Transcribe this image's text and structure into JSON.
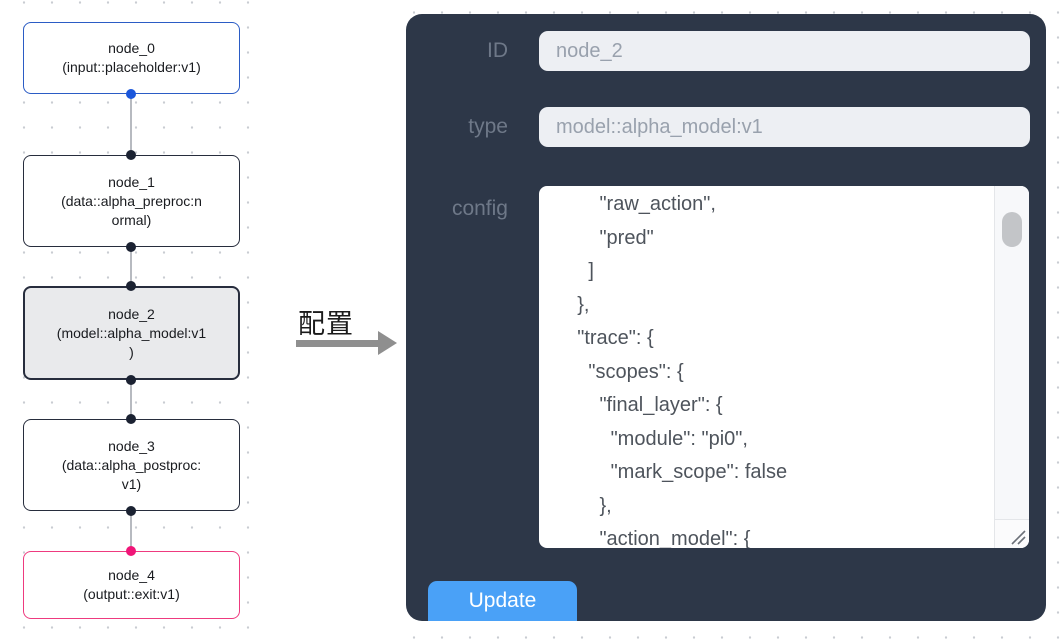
{
  "canvas": {
    "nodes": [
      {
        "id": "node_0",
        "label": "node_0\n(input::placeholder:v1)",
        "border_color": "#2b5cc5",
        "port_color": "#1a56db",
        "selected": false
      },
      {
        "id": "node_1",
        "label": "node_1\n(data::alpha_preproc:n\normal)",
        "border_color": "#272d3d",
        "port_color": "#1b2232",
        "selected": false
      },
      {
        "id": "node_2",
        "label": "node_2\n(model::alpha_model:v1\n)",
        "border_color": "#272d3d",
        "port_color": "#1b2232",
        "selected": true
      },
      {
        "id": "node_3",
        "label": "node_3\n(data::alpha_postproc:\nv1)",
        "border_color": "#272d3d",
        "port_color": "#1b2232",
        "selected": false
      },
      {
        "id": "node_4",
        "label": "node_4\n(output::exit:v1)",
        "border_color": "#ee3a7f",
        "port_color": "#f01578",
        "selected": false
      }
    ],
    "edge_color": "#b7bac0",
    "selected_fill": "#e9eaec"
  },
  "arrow": {
    "label": "配置",
    "color": "#8f8f8f"
  },
  "panel": {
    "bg_color": "#2d3748",
    "fields": {
      "id": {
        "label": "ID",
        "value": "node_2"
      },
      "type": {
        "label": "type",
        "value": "model::alpha_model:v1"
      },
      "config": {
        "label": "config",
        "value": "        \"raw_action\",\n        \"pred\"\n      ]\n    },\n    \"trace\": {\n      \"scopes\": {\n        \"final_layer\": {\n          \"module\": \"pi0\",\n          \"mark_scope\": false\n        },\n        \"action_model\": {"
      }
    },
    "update_button": {
      "label": "Update",
      "color": "#4aa1f7"
    }
  }
}
